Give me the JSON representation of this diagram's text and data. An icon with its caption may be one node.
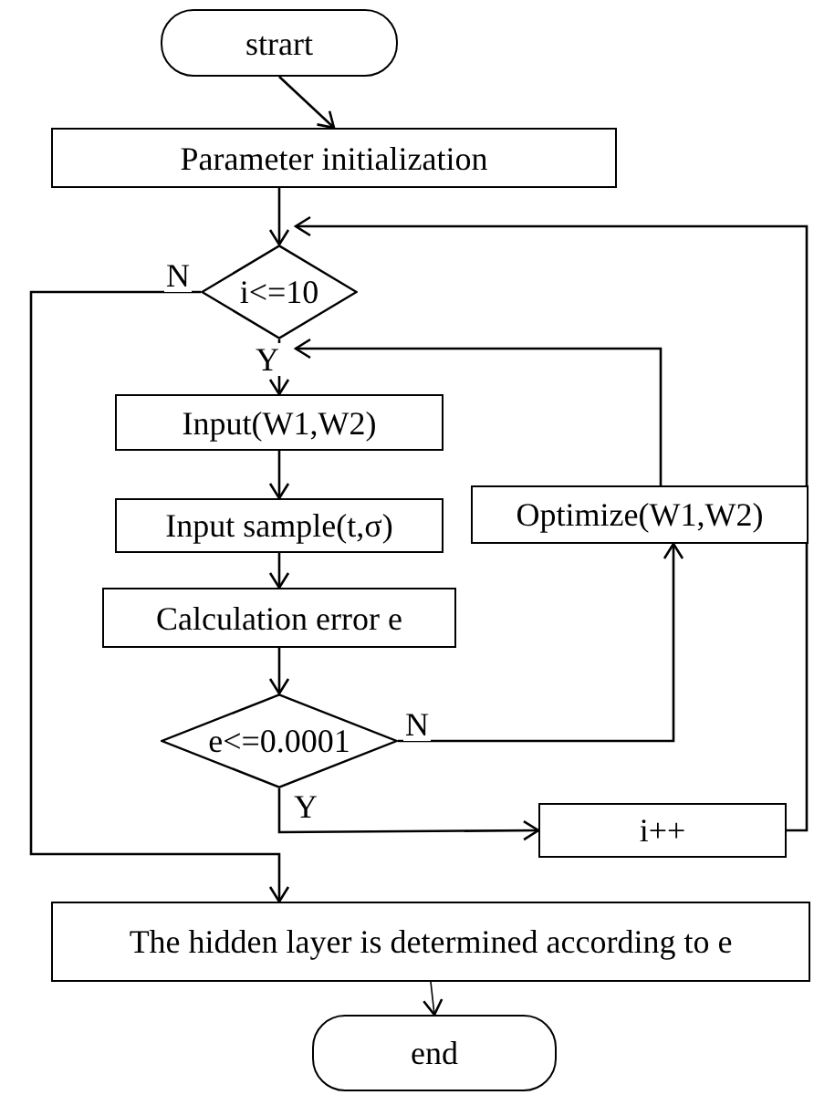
{
  "diagram": {
    "nodes": [
      {
        "text": [
          "strart"
        ]
      },
      {
        "text": [
          "Parameter initialization"
        ]
      },
      {
        "text": [
          "i<=10"
        ]
      },
      {
        "text": [
          "Input(W1,W2)"
        ]
      },
      {
        "text": [
          "Input sample(t,σ)"
        ]
      },
      {
        "text": [
          "Calculation error e"
        ]
      },
      {
        "text": [
          "e<=0.0001"
        ]
      },
      {
        "text": [
          "Optimize(W1,W2)"
        ]
      },
      {
        "text": [
          "i++"
        ]
      },
      {
        "text": [
          "The hidden layer is determined according to e"
        ]
      },
      {
        "text": [
          "end"
        ]
      }
    ],
    "edges": [
      {
        "from": 0,
        "to": 1,
        "arrow": "to"
      },
      {
        "from": 1,
        "to": 2,
        "arrow": "to"
      },
      {
        "from": 2,
        "to": 9,
        "arrow": "to",
        "label": "N"
      },
      {
        "from": 2,
        "to": 3,
        "arrow": "to",
        "label": "Y"
      },
      {
        "from": 3,
        "to": 4,
        "arrow": "to"
      },
      {
        "from": 4,
        "to": 5,
        "arrow": "to"
      },
      {
        "from": 5,
        "to": 6,
        "arrow": "to"
      },
      {
        "from": 6,
        "to": 7,
        "arrow": "to",
        "label": "N"
      },
      {
        "from": 7,
        "to": 3,
        "arrow": "to"
      },
      {
        "from": 6,
        "to": 8,
        "arrow": "to",
        "label": "Y"
      },
      {
        "from": 8,
        "to": 2,
        "arrow": "to"
      },
      {
        "from": 9,
        "to": 10,
        "arrow": "to"
      }
    ]
  }
}
